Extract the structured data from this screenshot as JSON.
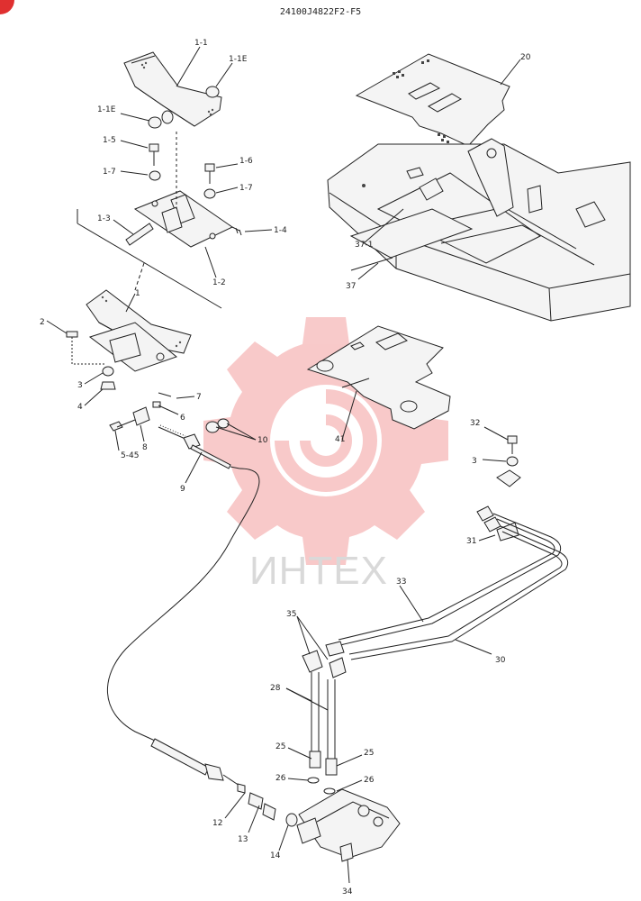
{
  "drawing": {
    "code": "24100J4822F2-F5"
  },
  "watermark": {
    "text": "ИНТЕХ",
    "color": "#f08a8a"
  },
  "callouts": {
    "c1_1": "1-1",
    "c1_1e_a": "1-1E",
    "c1_1e_b": "1-1E",
    "c1_5": "1-5",
    "c1_7_a": "1-7",
    "c1_6": "1-6",
    "c1_7_b": "1-7",
    "c1_3": "1-3",
    "c1_4": "1-4",
    "c1_2": "1-2",
    "c1": "1",
    "c2": "2",
    "c3_a": "3",
    "c4": "4",
    "c7": "7",
    "c6": "6",
    "c10": "10",
    "c8": "8",
    "c5_45": "5-45",
    "c9": "9",
    "c20": "20",
    "c37_1": "37-1",
    "c37": "37",
    "c41": "41",
    "c32": "32",
    "c3_b": "3",
    "c31": "31",
    "c33": "33",
    "c30": "30",
    "c35": "35",
    "c28": "28",
    "c25_a": "25",
    "c25_b": "25",
    "c26_a": "26",
    "c26_b": "26",
    "c12": "12",
    "c13": "13",
    "c14": "14",
    "c34": "34"
  }
}
